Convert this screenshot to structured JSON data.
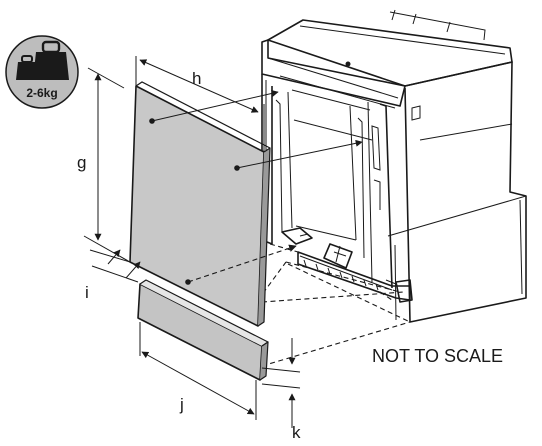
{
  "diagram": {
    "weight_badge": {
      "label": "2-6kg",
      "icon": "weights-icon"
    },
    "dimension_labels": {
      "g": "g",
      "h": "h",
      "i": "i",
      "j": "j",
      "k": "k"
    },
    "note": "NOT TO SCALE",
    "colors": {
      "panel": "#c8c8c8",
      "plinth": "#c4c4c4",
      "badge": "#bdbdbd",
      "line": "#1a1a1a"
    }
  }
}
